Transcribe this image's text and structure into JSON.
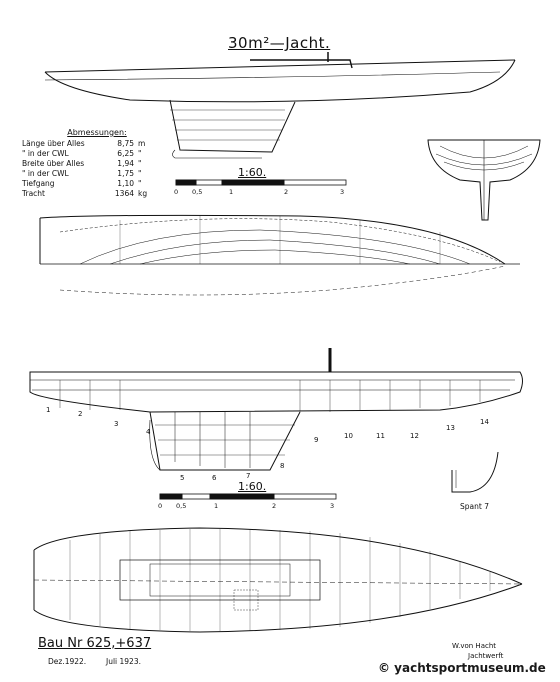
{
  "title": "30m²—Jacht.",
  "dimensions": {
    "heading": "Abmessungen:",
    "rows": [
      {
        "label": "Länge über Alles",
        "value": "8,75",
        "unit": "m"
      },
      {
        "label": "\"  in der CWL",
        "value": "6,25",
        "unit": "\""
      },
      {
        "label": "Breite über Alles",
        "value": "1,94",
        "unit": "\""
      },
      {
        "label": "\"  in der CWL",
        "value": "1,75",
        "unit": "\""
      },
      {
        "label": "Tiefgang",
        "value": "1,10",
        "unit": "\""
      },
      {
        "label": "Tracht",
        "value": "1364",
        "unit": "kg"
      }
    ]
  },
  "scale_top": {
    "label": "1:60.",
    "ticks": [
      "0",
      "0,5",
      "1",
      "2",
      "3"
    ]
  },
  "scale_bottom": {
    "label": "1:60.",
    "ticks": [
      "0",
      "0,5",
      "1",
      "2",
      "3"
    ]
  },
  "frame_numbers": [
    "1",
    "2",
    "3",
    "4",
    "5",
    "6",
    "7",
    "8",
    "9",
    "10",
    "11",
    "12",
    "13",
    "14"
  ],
  "spant_label": "Spant 7",
  "bau_nr": "Bau Nr 625,+637",
  "date1": "Dez.1922.",
  "date2": "Juli 1923.",
  "yard1": "W.von Hacht",
  "yard2": "Jachtwerft",
  "watermark": "© yachtsportmuseum.de"
}
